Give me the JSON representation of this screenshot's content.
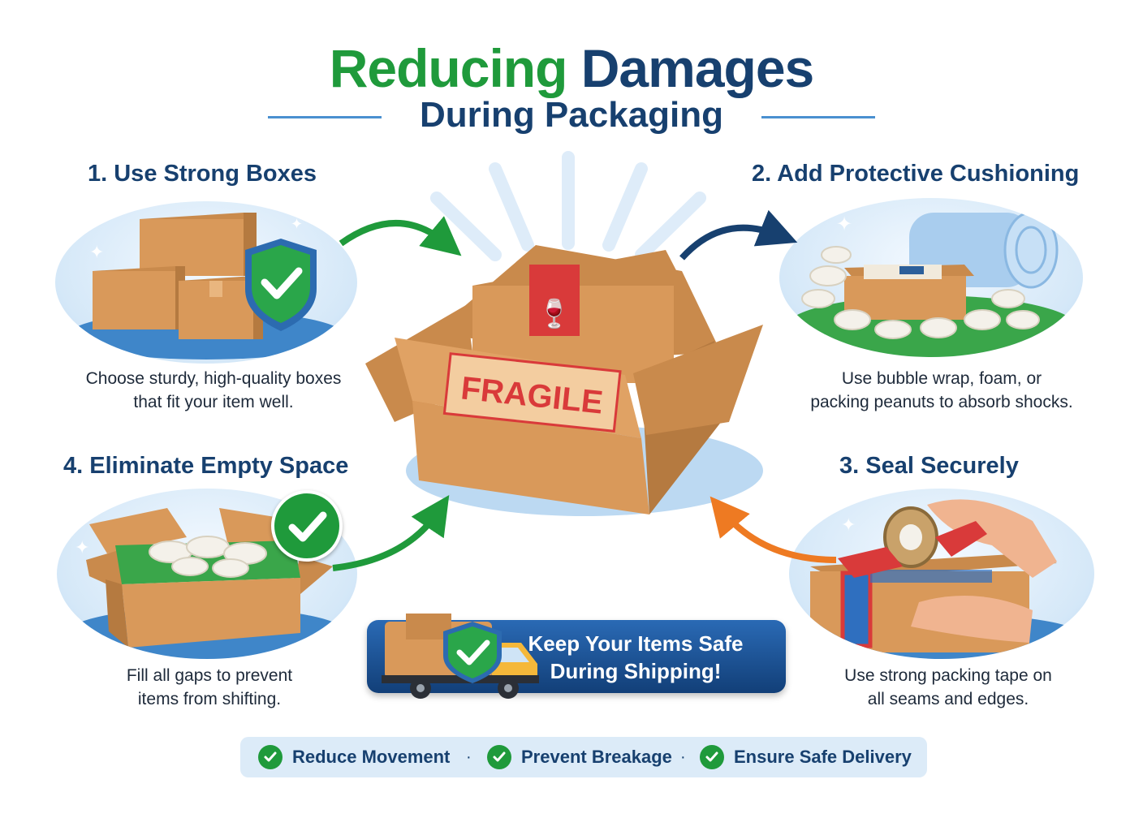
{
  "title": {
    "line1_part1": "Reducing",
    "line1_part2": "Damages",
    "line2": "During Packaging"
  },
  "steps": [
    {
      "title": "1. Use Strong Boxes",
      "description_line1": "Choose sturdy, high-quality boxes",
      "description_line2": "that fit your item well."
    },
    {
      "title": "2. Add Protective Cushioning",
      "description_line1": "Use bubble wrap, foam, or",
      "description_line2": "packing peanuts to absorb shocks."
    },
    {
      "title": "3. Seal Securely",
      "description_line1": "Use strong packing tape on",
      "description_line2": "all seams and edges."
    },
    {
      "title": "4. Eliminate Empty Space",
      "description_line1": "Fill all gaps to prevent",
      "description_line2": "items from shifting."
    }
  ],
  "center_box": {
    "label": "FRAGILE"
  },
  "banner": {
    "line1": "Keep Your Items Safe",
    "line2": "During Shipping!"
  },
  "footer": {
    "items": [
      "Reduce Movement",
      "Prevent Breakage",
      "Ensure Safe Delivery"
    ],
    "separator": "·"
  },
  "colors": {
    "green": "#1f9a3b",
    "navy": "#17406f",
    "orange": "#ee7a22",
    "cardboard": "#d9995a",
    "sky": "#dcebf8"
  }
}
